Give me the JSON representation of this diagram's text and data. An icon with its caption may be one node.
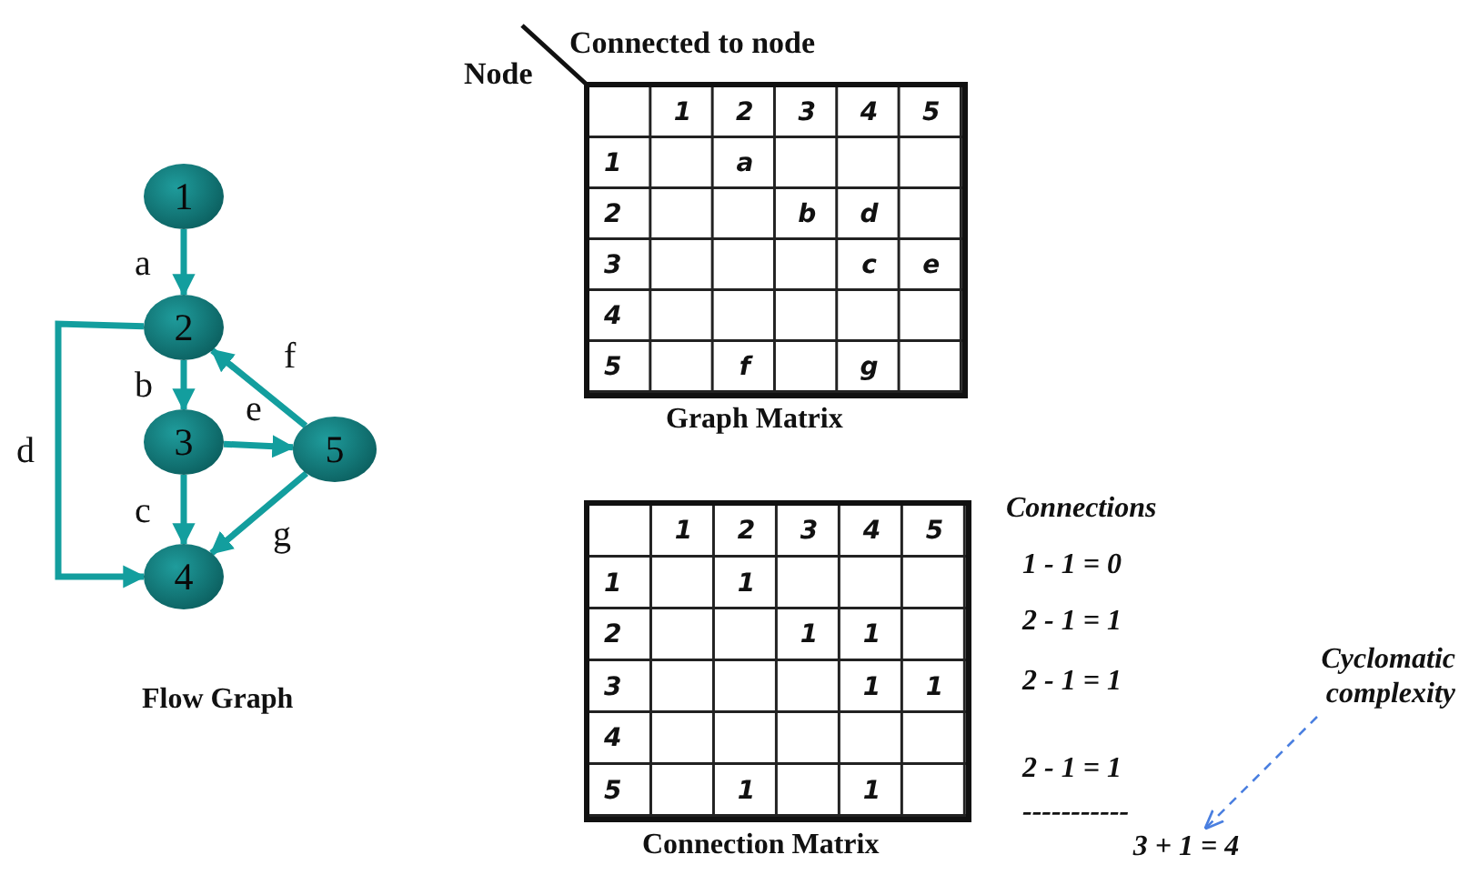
{
  "diagram": {
    "nodes": [
      {
        "text": [
          "1"
        ]
      },
      {
        "text": [
          "2"
        ]
      },
      {
        "text": [
          "3"
        ]
      },
      {
        "text": [
          "4"
        ]
      },
      {
        "text": [
          "5"
        ]
      },
      {
        "text": [
          "Cyclomatic complexity"
        ]
      },
      {
        "text": [
          "3 + 1 = 4"
        ]
      }
    ],
    "edges": [
      {
        "from": 0,
        "to": 1,
        "arrow": "to",
        "label": "a"
      },
      {
        "from": 1,
        "to": 2,
        "arrow": "to",
        "label": "b"
      },
      {
        "from": 2,
        "to": 3,
        "arrow": "to",
        "label": "c"
      },
      {
        "from": 1,
        "to": 3,
        "arrow": "to",
        "label": "d"
      },
      {
        "from": 2,
        "to": 4,
        "arrow": "to",
        "label": "e"
      },
      {
        "from": 4,
        "to": 1,
        "arrow": "to",
        "label": "f"
      },
      {
        "from": 4,
        "to": 3,
        "arrow": "to",
        "label": "g"
      },
      {
        "from": 5,
        "to": 6,
        "arrow": "to",
        "style": "dashed",
        "color": "#4a7fe0"
      }
    ],
    "labels": [
      "Connected to node",
      "Node",
      "1",
      "2",
      "3",
      "4",
      "5",
      "1",
      "a",
      "2",
      "b",
      "d",
      "3",
      "c",
      "e",
      "4",
      "5",
      "f",
      "g",
      "Graph Matrix",
      "1",
      "2",
      "3",
      "4",
      "5",
      "1",
      "1",
      "2",
      "1",
      "1",
      "3",
      "1",
      "1",
      "4",
      "5",
      "1",
      "1",
      "Connection Matrix",
      "Flow Graph",
      "Connections",
      "1 - 1 = 0",
      "2 - 1 = 1",
      "2 - 1 = 1",
      "2 - 1 = 1",
      "-----------"
    ]
  }
}
